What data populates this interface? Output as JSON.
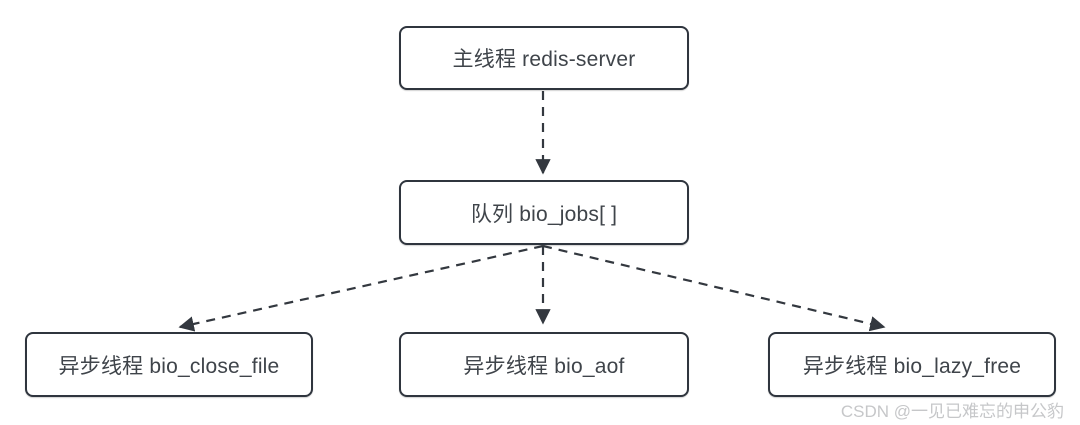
{
  "diagram": {
    "nodes": {
      "main": {
        "label": "主线程 redis-server"
      },
      "queue": {
        "label": "队列 bio_jobs[ ]"
      },
      "close_file": {
        "label": "异步线程 bio_close_file"
      },
      "aof": {
        "label": "异步线程 bio_aof"
      },
      "lazy_free": {
        "label": "异步线程 bio_lazy_free"
      }
    },
    "edges": [
      {
        "from": "main",
        "to": "queue",
        "style": "dashed-arrow"
      },
      {
        "from": "queue",
        "to": "close_file",
        "style": "dashed-arrow"
      },
      {
        "from": "queue",
        "to": "aof",
        "style": "dashed-arrow"
      },
      {
        "from": "queue",
        "to": "lazy_free",
        "style": "dashed-arrow"
      }
    ],
    "colors": {
      "box_border": "#2f353e",
      "box_background": "#ffffff",
      "text": "#3f444a",
      "arrow": "#33383f",
      "watermark": "#c6c7c9",
      "page_background": "#ffffff"
    }
  },
  "watermark": {
    "text": "CSDN @一见已难忘的申公豹"
  }
}
